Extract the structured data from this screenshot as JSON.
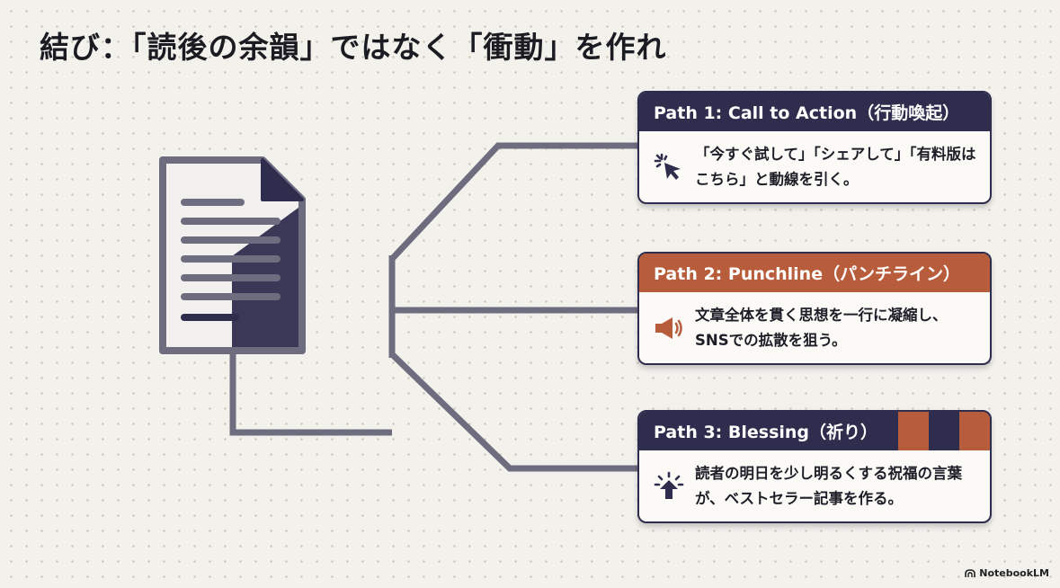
{
  "title": "結び：「読後の余韻」ではなく「衝動」を作れ",
  "colors": {
    "navy": "#2f2d4d",
    "orange": "#b85d3c",
    "connector": "#6e6d80",
    "doc_fill": "#f1f0ef"
  },
  "document_icon": "document-icon",
  "paths": [
    {
      "header": "Path 1: Call to Action（行動喚起）",
      "text": "「今すぐ試して」「シェアして」「有料版はこちら」と動線を引く。",
      "icon": "cursor-click-icon",
      "style": "navy"
    },
    {
      "header": "Path 2: Punchline（パンチライン）",
      "text": "文章全体を貫く思想を一行に凝縮し、SNSでの拡散を狙う。",
      "icon": "megaphone-icon",
      "style": "orange"
    },
    {
      "header": "Path 3: Blessing（祈り）",
      "text": "読者の明日を少し明るくする祝福の言葉が、ベストセラー記事を作る。",
      "icon": "sparkle-arrow-icon",
      "style": "navy"
    }
  ],
  "brand": "NotebookLM"
}
